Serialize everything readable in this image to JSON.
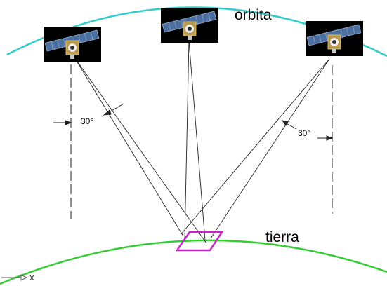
{
  "labels": {
    "orbit": "orbita",
    "earth": "tierra",
    "angle_left": "30°",
    "angle_right": "30°",
    "axis_indicator": "X"
  },
  "colors": {
    "orbit": "#33cccc",
    "earth": "#33cc33",
    "footprint": "#cc22cc",
    "lines": "#222222",
    "satellite_background": "#000000",
    "solar_panel": "#4a6fa0"
  },
  "icons": {
    "satellite": "satellite-icon",
    "axis": "ucs-axis-icon"
  }
}
